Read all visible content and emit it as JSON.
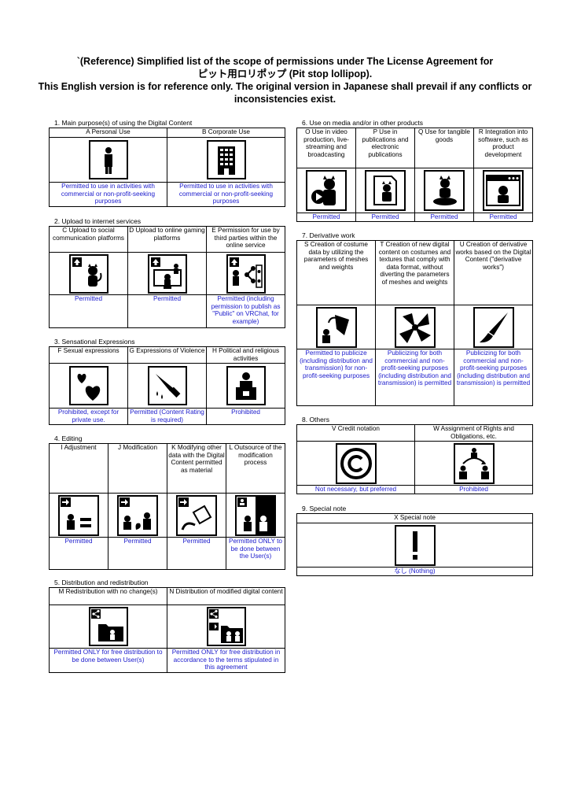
{
  "header": {
    "line1": "`(Reference) Simplified list of the scope of permissions under The License Agreement for",
    "line2": "ピット用ロリポップ (Pit stop lollipop).",
    "line3": "This English version is for reference only. The original version in Japanese shall prevail if any conflicts or",
    "line4": "inconsistencies exist."
  },
  "s1": {
    "title": "1. Main purpose(s) of using the Digital Content",
    "cols": [
      {
        "label": "A Personal Use",
        "icon": "person-icon",
        "result": "Permitted to use in activities with commercial or non-profit-seeking purposes"
      },
      {
        "label": "B  Corporate Use",
        "icon": "building-icon",
        "result": "Permitted to use in activities with commercial or non-profit-seeking purposes"
      }
    ]
  },
  "s2": {
    "title": "2. Upload to internet services",
    "cols": [
      {
        "label": "C Upload to social communication platforms",
        "icon": "social-upload-icon",
        "result": "Permitted"
      },
      {
        "label": "D Upload to online gaming platforms",
        "icon": "game-upload-icon",
        "result": "Permitted"
      },
      {
        "label": "E Permission for use by third parties within the online service",
        "icon": "share-users-icon",
        "result": "Permitted (including permission to publish as \"Public\" on VRChat, for example)"
      }
    ]
  },
  "s3": {
    "title": "3. Sensational Expressions",
    "cols": [
      {
        "label": "F Sexual expressions",
        "icon": "hearts-icon",
        "result": "Prohibited, except for private use."
      },
      {
        "label": "G Expressions of Violence",
        "icon": "knife-icon",
        "result": "Permitted (Content Rating is required)"
      },
      {
        "label": "H Political and religious activities",
        "icon": "podium-icon",
        "result": "Prohibited"
      }
    ]
  },
  "s4": {
    "title": "4. Editing",
    "cols": [
      {
        "label": "I Adjustment",
        "icon": "adjust-icon",
        "result": "Permitted"
      },
      {
        "label": "J Modification",
        "icon": "modify-icon",
        "result": "Permitted"
      },
      {
        "label": "K Modifying other data with the Digital Content permitted as material",
        "icon": "material-icon",
        "result": "Permitted"
      },
      {
        "label": "L Outsource of the modification process",
        "icon": "outsource-icon",
        "result": "Permitted ONLY to be done between the User(s)"
      }
    ]
  },
  "s5": {
    "title": "5. Distribution and redistribution",
    "cols": [
      {
        "label": "M Redistribution with no change(s)",
        "icon": "redistribute-icon",
        "result": "Permitted ONLY for free distribution to be done between User(s)"
      },
      {
        "label": "N Distribution of modified digital content",
        "icon": "distribute-modified-icon",
        "result": "Permitted ONLY for free distribution in accordance to the terms stipulated in this agreement"
      }
    ]
  },
  "s6": {
    "title": "6. Use on media and/or in other products",
    "cols": [
      {
        "label": "O Use in video production, live-streaming and broadcasting",
        "icon": "video-icon",
        "result": "Permitted"
      },
      {
        "label": "P Use in publications and electronic publications",
        "icon": "publication-icon",
        "result": "Permitted"
      },
      {
        "label": "Q Use for tangible goods",
        "icon": "figure-icon",
        "result": "Permitted"
      },
      {
        "label": "R Integration into software, such as product development",
        "icon": "software-icon",
        "result": "Permitted"
      }
    ]
  },
  "s7": {
    "title": "7. Derivative work",
    "cols": [
      {
        "label": "S Creation of costume data by utilizing the parameters of meshes and weights",
        "icon": "costume-icon",
        "result": "Permitted to publicize (including distribution and transmission) for non-profit-seeking purposes"
      },
      {
        "label": "T Creation of new digital content on costumes and textures that comply with data format, without diverting the parameters of meshes and weights",
        "icon": "new-content-icon",
        "result": "Publicizing for both commercial and non-profit-seeking purposes (including distribution and transmission) is permitted"
      },
      {
        "label": "U Creation of derivative works based on the Digital Content (\"derivative works\")",
        "icon": "brush-icon",
        "result": "Publicizing for both commercial and non-profit-seeking purposes (including distribution and transmission) is permitted"
      }
    ]
  },
  "s8": {
    "title": "8. Others",
    "cols": [
      {
        "label": "V Credit notation",
        "icon": "copyright-icon",
        "result": "Not necessary, but preferred"
      },
      {
        "label": "W Assignment of Rights and Obligations, etc.",
        "icon": "transfer-icon",
        "result": "Prohibited"
      }
    ]
  },
  "s9": {
    "title": "9. Special note",
    "cols": [
      {
        "label": "X Special note",
        "icon": "exclamation-icon",
        "result": "なし (Nothing)"
      }
    ]
  }
}
